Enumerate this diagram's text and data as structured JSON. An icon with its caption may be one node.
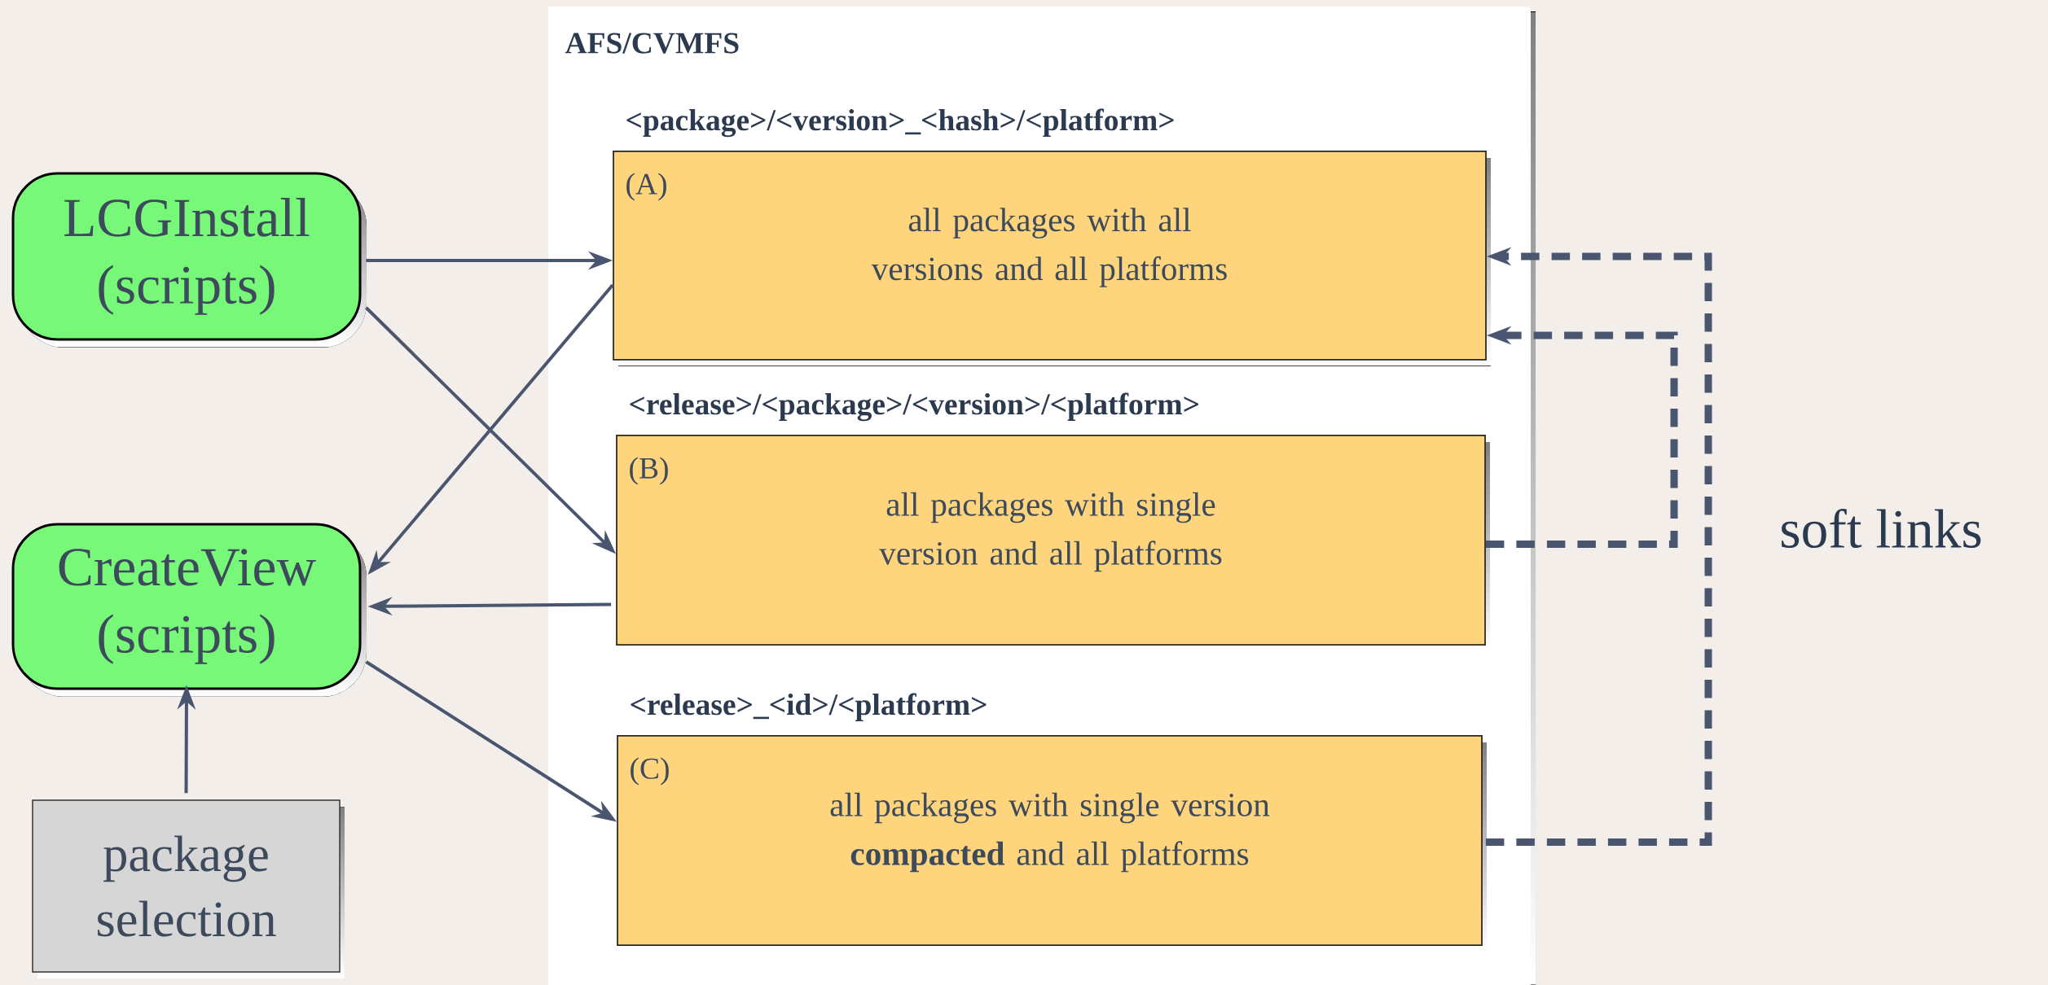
{
  "diagram": {
    "nodes": [
      {
        "text": [
          "LCGInstall (scripts)"
        ]
      },
      {
        "text": [
          "CreateView (scripts)"
        ]
      },
      {
        "text": [
          "package selection"
        ]
      },
      {
        "text": [
          "AFS/CVMFS"
        ]
      },
      {
        "text": [
          "<package>/<version>_<hash>/<platform>",
          "(A)",
          "all packages with all versions and all platforms"
        ],
        "in": 3
      },
      {
        "text": [
          "<release>/<package>/<version>/<platform>",
          "(B)",
          "all packages with single version and all platforms"
        ],
        "in": 3
      },
      {
        "text": [
          "<release>_<id>/<platform>",
          "(C)",
          "all packages with single version **compacted** and all platforms"
        ],
        "in": 3
      }
    ],
    "edges": [
      {
        "from": 0,
        "to": 4,
        "arrow": "to"
      },
      {
        "from": 0,
        "to": 5,
        "arrow": "to"
      },
      {
        "from": 4,
        "to": 1,
        "arrow": "to"
      },
      {
        "from": 5,
        "to": 1,
        "arrow": "to"
      },
      {
        "from": 1,
        "to": 6,
        "arrow": "to"
      },
      {
        "from": 2,
        "to": 1,
        "arrow": "to"
      },
      {
        "from": 5,
        "to": 4,
        "arrow": "to",
        "style": "dashed"
      },
      {
        "from": 6,
        "to": 4,
        "arrow": "to",
        "style": "dashed"
      }
    ],
    "labels": [
      "soft links"
    ]
  }
}
